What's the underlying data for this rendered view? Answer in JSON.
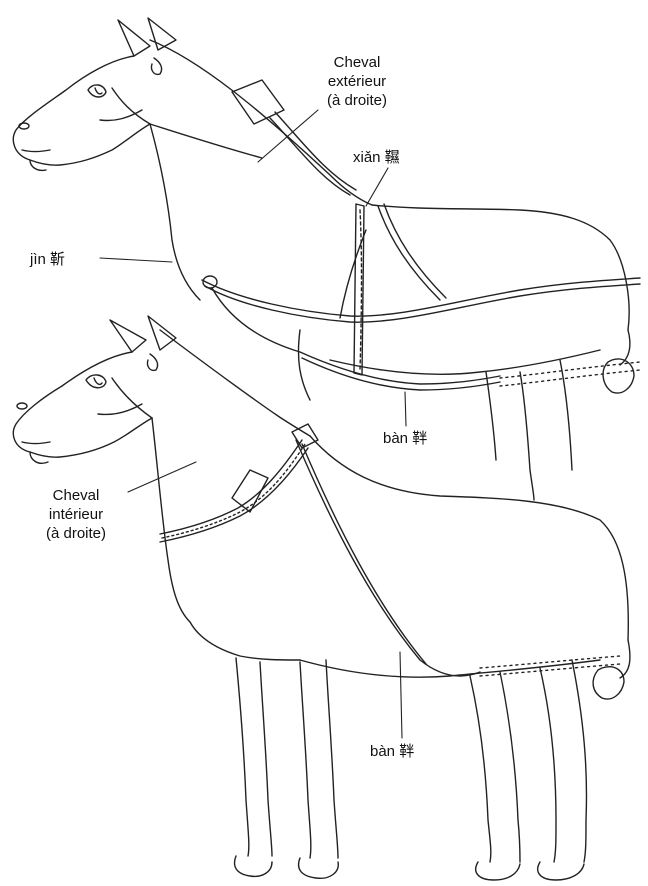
{
  "labels": {
    "outer_horse": {
      "line1": "Cheval",
      "line2": "extérieur",
      "line3": "(à droite)"
    },
    "inner_horse": {
      "line1": "Cheval",
      "line2": "intérieur",
      "line3": "(à droite)"
    },
    "xian": "xiǎn 韅",
    "jin": "jìn 靳",
    "ban_upper": "bàn 靽",
    "ban_lower": "bàn 靽"
  },
  "colors": {
    "stroke": "#222222",
    "background": "#ffffff"
  }
}
